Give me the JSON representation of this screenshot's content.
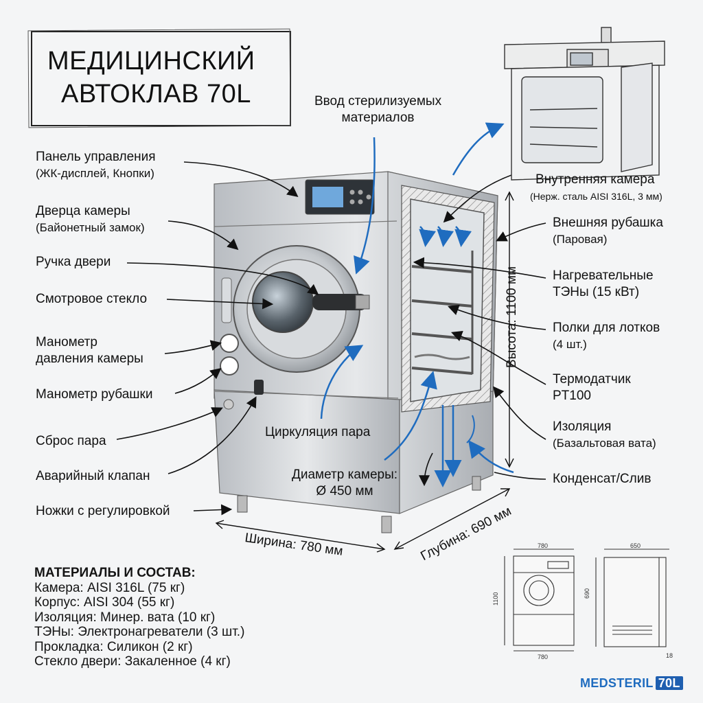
{
  "title": {
    "line1": "МЕДИЦИНСКИЙ",
    "line2": "АВТОКЛАВ 70L"
  },
  "callouts_left": [
    {
      "main": "Панель управления",
      "sub": "(ЖК-дисплей, Кнопки)"
    },
    {
      "main": "Дверца камеры",
      "sub": "(Байонетный замок)"
    },
    {
      "main": "Ручка двери",
      "sub": ""
    },
    {
      "main": "Смотровое стекло",
      "sub": ""
    },
    {
      "main": "Манометр",
      "sub": "давления камеры"
    },
    {
      "main": "Манометр рубашки",
      "sub": ""
    },
    {
      "main": "Сброс пара",
      "sub": ""
    },
    {
      "main": "Аварийный клапан",
      "sub": ""
    },
    {
      "main": "Ножки с регулировкой",
      "sub": ""
    }
  ],
  "callouts_right": [
    {
      "main": "Внутренняя камера",
      "sub": "(Нерж. сталь AISI 316L, 3 мм)"
    },
    {
      "main": "Внешняя рубашка",
      "sub": "(Паровая)"
    },
    {
      "main": "Нагревательные",
      "sub": "ТЭНы (15 кВт)"
    },
    {
      "main": "Полки для лотков",
      "sub": "(4 шт.)"
    },
    {
      "main": "Термодатчик",
      "sub": "PT100"
    },
    {
      "main": "Изоляция",
      "sub": "(Базальтовая вата)"
    },
    {
      "main": "Конденсат/Слив",
      "sub": ""
    }
  ],
  "top_label": {
    "line1": "Ввод стерилизуемых",
    "line2": "материалов"
  },
  "circulation_label": "Циркуляция пара",
  "diameter": {
    "line1": "Диаметр камеры:",
    "line2": "Ø 450 мм"
  },
  "dimensions": {
    "height": "Высота: 1100 мм",
    "width": "Ширина: 780 мм",
    "depth": "Глубина: 690 мм"
  },
  "materials": {
    "heading": "МАТЕРИАЛЫ И СОСТАВ:",
    "items": [
      "Камера: AISI 316L (75 кг)",
      "Корпус: AISI 304 (55 кг)",
      "Изоляция: Минер. вата (10 кг)",
      "ТЭНы: Электронагреватели (3 шт.)",
      "Прокладка: Силикон (2 кг)",
      "Стекло двери: Закаленное (4 кг)"
    ]
  },
  "drawings": {
    "front_top": "780",
    "front_bottom": "780",
    "front_side": "1100",
    "side_top": "650",
    "side_side": "690",
    "side_bottom": "18"
  },
  "brand": {
    "name": "MEDSTERIL",
    "tag": "70L"
  },
  "colors": {
    "arrow_blue": "#1f6cbf",
    "steel": "#c9ccd0",
    "line": "#111111",
    "display": "#6fa8dc"
  }
}
